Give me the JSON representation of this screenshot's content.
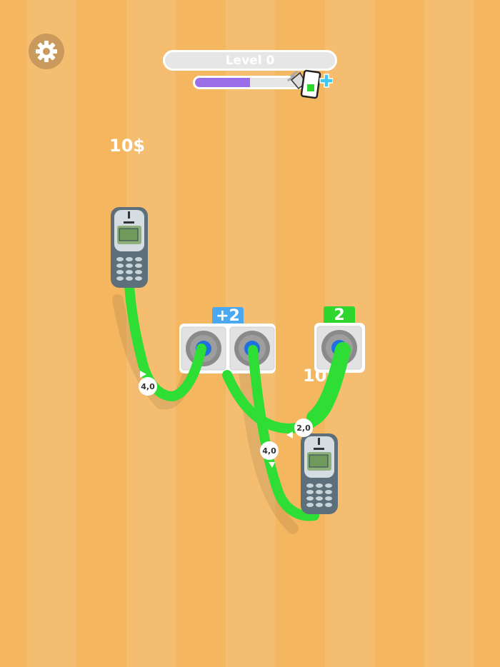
{
  "hud": {
    "level_label": "Level 0",
    "progress": 0.5,
    "progress_color": "#9a6ee6",
    "settings_icon": "gear-icon",
    "reward_icon": "plug-phone-plus-icon"
  },
  "board": {
    "money_top": "10$",
    "money_hidden": "10$",
    "socket_group_badge": "+2",
    "socket_single_badge": "2",
    "badge_colors": {
      "plus": "#4aa8f0",
      "single": "#2ed62e"
    },
    "cable_color": "#2ede34",
    "cable_labels": [
      "4,0",
      "2,0",
      "4,0"
    ]
  }
}
